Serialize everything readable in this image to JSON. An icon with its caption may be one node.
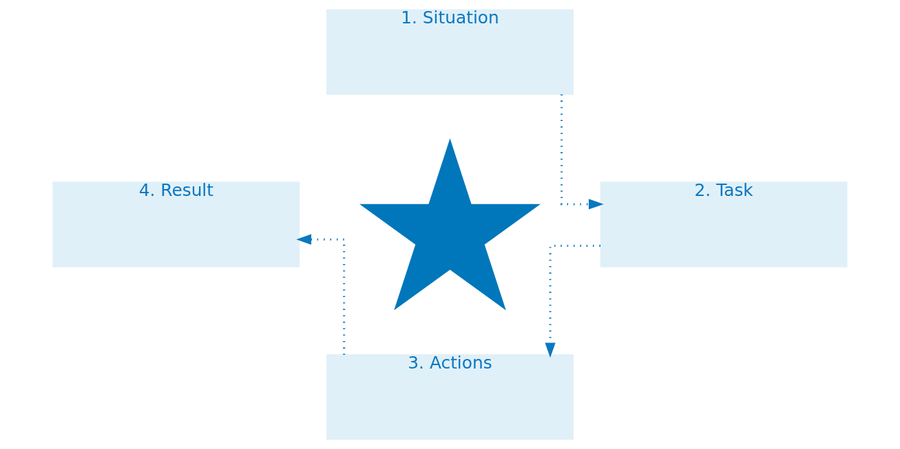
{
  "diagram": {
    "nodes": [
      {
        "text": [
          "1. Situation"
        ]
      },
      {
        "text": [
          "2. Task"
        ]
      },
      {
        "text": [
          "3. Actions"
        ]
      },
      {
        "text": [
          "4. Result"
        ]
      },
      {
        "text": [],
        "shape": "star"
      }
    ],
    "edges": [
      {
        "from": 0,
        "to": 1,
        "arrow": "to",
        "style": "dashed"
      },
      {
        "from": 1,
        "to": 2,
        "arrow": "to",
        "style": "dashed"
      },
      {
        "from": 2,
        "to": 3,
        "arrow": "to",
        "style": "dashed"
      }
    ]
  }
}
